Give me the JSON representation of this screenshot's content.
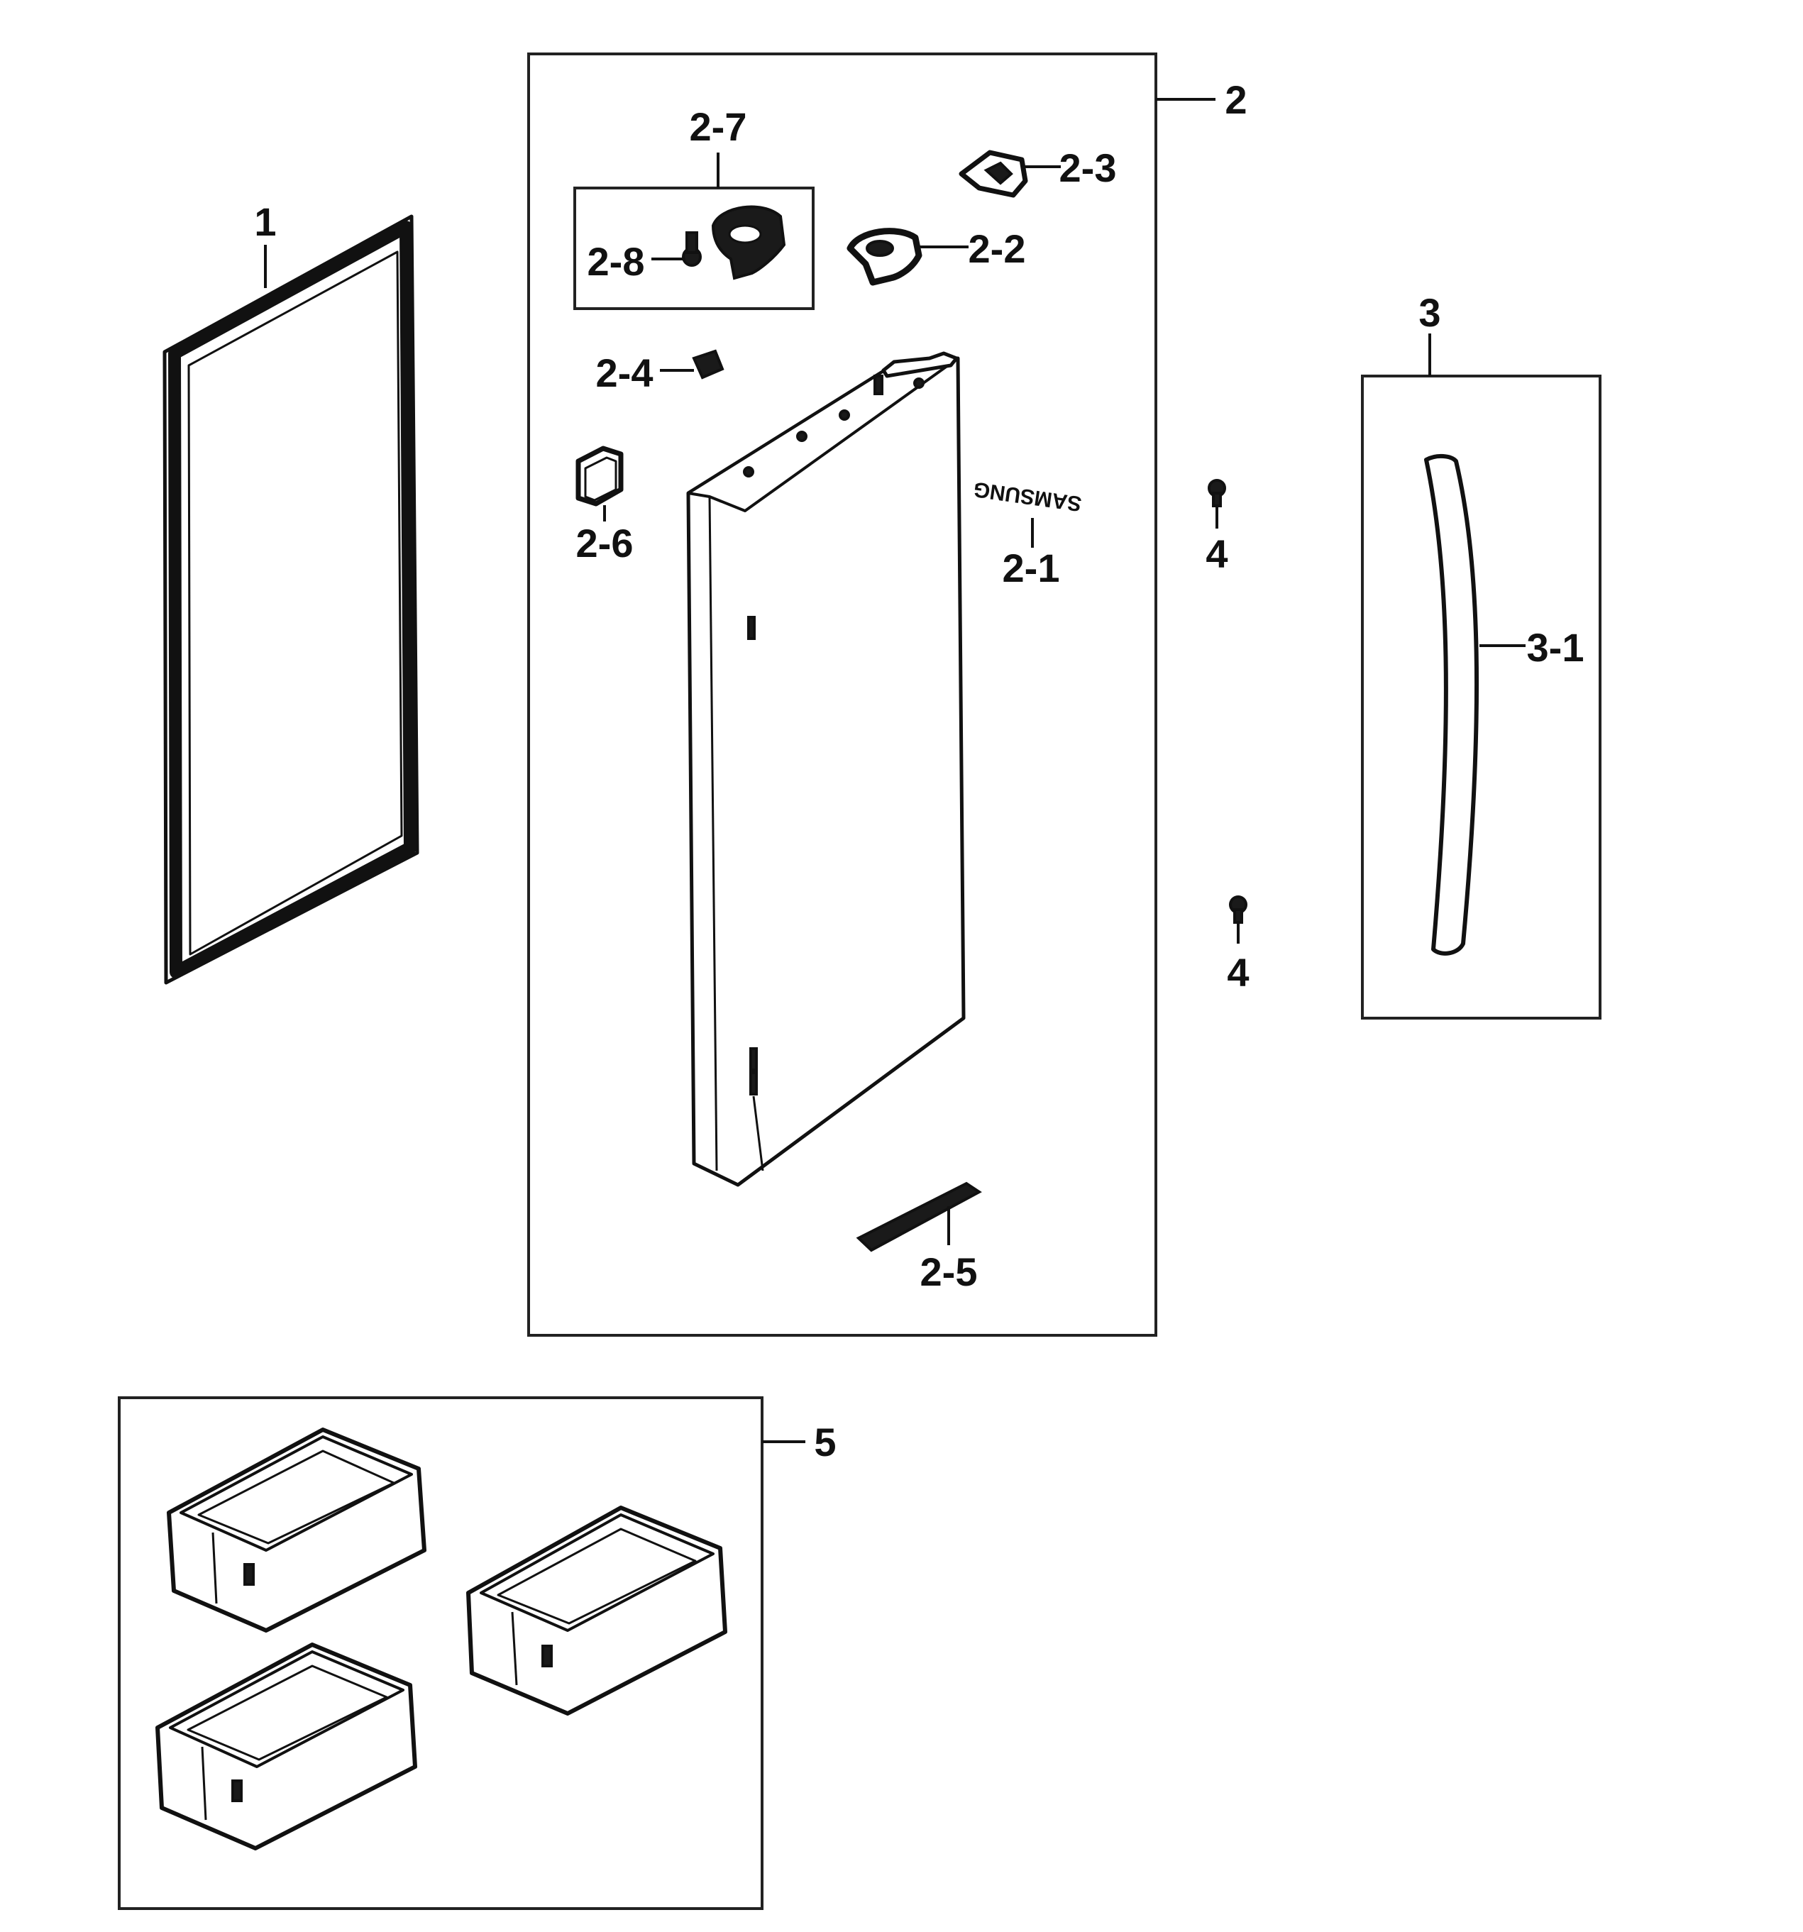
{
  "labels": {
    "p1": "1",
    "p2": "2",
    "p2_1": "2-1",
    "p2_2": "2-2",
    "p2_3": "2-3",
    "p2_4": "2-4",
    "p2_5": "2-5",
    "p2_6": "2-6",
    "p2_7": "2-7",
    "p2_8": "2-8",
    "p3": "3",
    "p3_1": "3-1",
    "p4_top": "4",
    "p4_bottom": "4",
    "p5": "5"
  },
  "door_logo": "SAMSUNG"
}
